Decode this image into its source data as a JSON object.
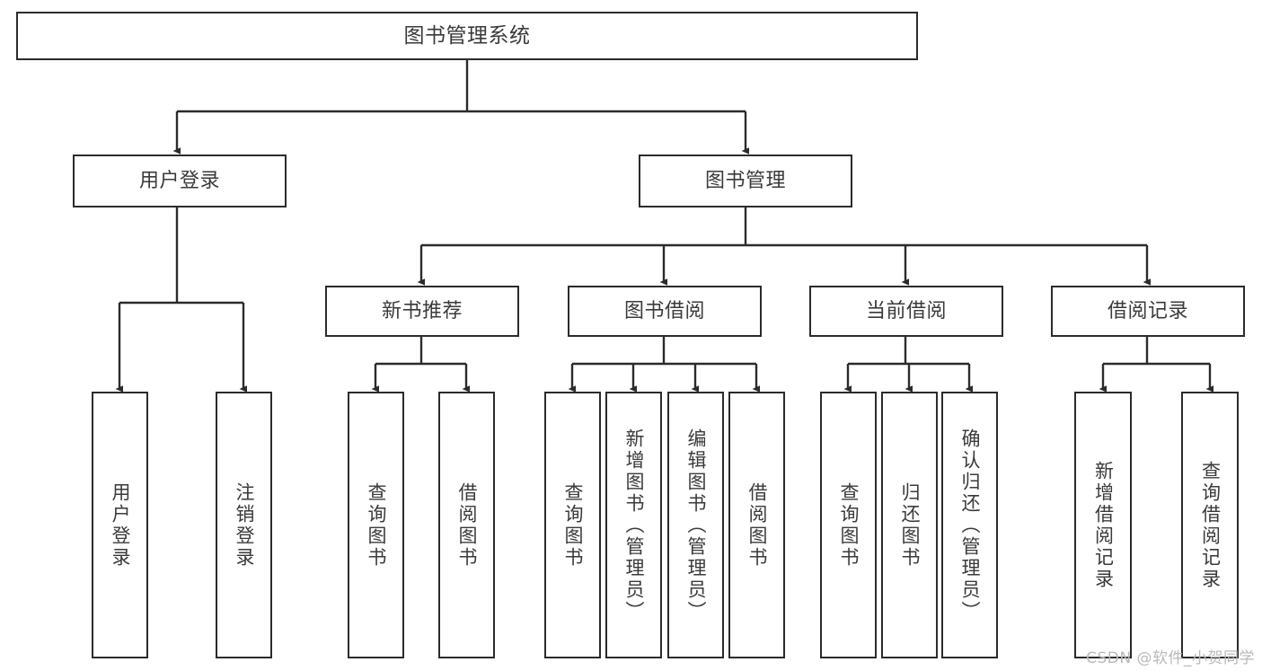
{
  "diagram": {
    "title": "图书管理系统",
    "type": "tree-hierarchy",
    "background_color": "#ffffff",
    "line_color": "#2b2b2b",
    "text_color": "#3a3a3a",
    "watermark": "CSDN @软件_小贺同学",
    "levels": {
      "root": {
        "label": "图书管理系统"
      },
      "level2": [
        {
          "label": "用户登录"
        },
        {
          "label": "图书管理"
        }
      ],
      "level3": [
        {
          "label": "新书推荐"
        },
        {
          "label": "图书借阅"
        },
        {
          "label": "当前借阅"
        },
        {
          "label": "借阅记录"
        }
      ]
    },
    "leaves": {
      "user_login": [
        {
          "label": "用户登录"
        },
        {
          "label": "注销登录"
        }
      ],
      "new_book_recommend": [
        {
          "label": "查询图书"
        },
        {
          "label": "借阅图书"
        }
      ],
      "book_borrow": [
        {
          "label": "查询图书"
        },
        {
          "label": "新增图书（管理员）"
        },
        {
          "label": "编辑图书（管理员）"
        },
        {
          "label": "借阅图书"
        }
      ],
      "current_borrow": [
        {
          "label": "查询图书"
        },
        {
          "label": "归还图书"
        },
        {
          "label": "确认归还（管理员）"
        }
      ],
      "borrow_record": [
        {
          "label": "新增借阅记录"
        },
        {
          "label": "查询借阅记录"
        }
      ]
    }
  }
}
